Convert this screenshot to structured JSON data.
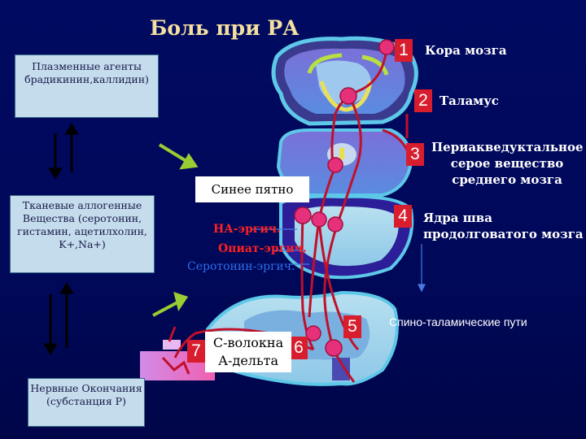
{
  "slide": {
    "title": "Боль при РА"
  },
  "left_boxes": {
    "plasma": "Плазменные агенты брадикинин,каллидин)",
    "tissue": "Тканевые аллогенные Вещества (серотонин, гистамин, ацетилхолин, K+,Na+)",
    "nerve": "Нервные Окончания (субстанция Р)"
  },
  "numbers": [
    "1",
    "2",
    "3",
    "4",
    "5",
    "6",
    "7"
  ],
  "right_labels": {
    "cortex": "Кора мозга",
    "thalamus": "Таламус",
    "periaqueductal": "Периакведуктальное серое вещество среднего мозга",
    "raphe": "Ядра шва продолговатого мозга",
    "spinothalamic": "Спино-таламические пути"
  },
  "middle_labels": {
    "locus": "Синее пятно",
    "na": "НА-эргич.",
    "opiate": "Опиат-эргич.",
    "serotonin": "Серотонин-эргич.",
    "fibers": "С-волокна А-дельта"
  },
  "colors": {
    "background": "#000a5c",
    "title": "#f4e0a0",
    "pathway": "#c0102a",
    "neuron": "#e6307a",
    "number_box": "#d81e2e",
    "arrow": "#9acd32"
  }
}
